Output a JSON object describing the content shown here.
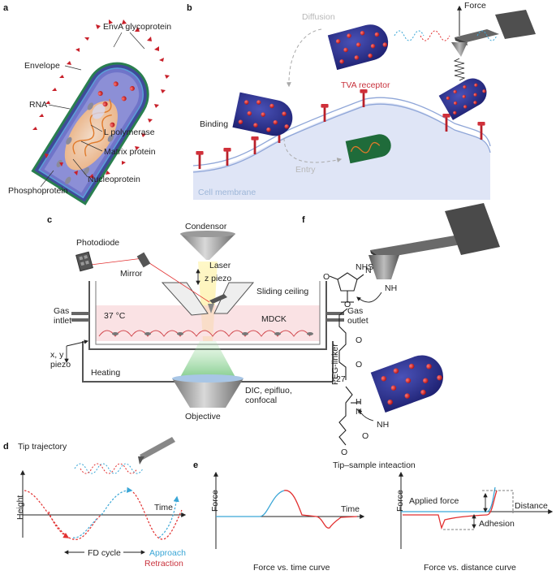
{
  "panels": {
    "a": {
      "letter": "a",
      "labels": {
        "envA": "EnvA glycoprotein",
        "envelope": "Envelope",
        "rna": "RNA",
        "lpol": "L polymerase",
        "matrix": "Matrix protein",
        "nucleo": "Nucleoprotein",
        "phospho": "Phosphoprotein"
      }
    },
    "b": {
      "letter": "b",
      "labels": {
        "diffusion": "Diffusion",
        "force": "Force",
        "tva": "TVA receptor",
        "binding": "Binding",
        "entry": "Entry",
        "membrane": "Cell membrane"
      }
    },
    "c": {
      "letter": "c",
      "labels": {
        "condensor": "Condensor",
        "photodiode": "Photodiode",
        "laser": "Laser",
        "mirror": "Mirror",
        "zpiezo": "z piezo",
        "ceiling": "Sliding ceiling",
        "gas_in_1": "Gas",
        "gas_in_2": "intlet",
        "gas_out_1": "Gas",
        "gas_out_2": "outlet",
        "temp": "37 °C",
        "mdck": "MDCK",
        "xy_1": "x, y",
        "xy_2": "piezo",
        "heating": "Heating",
        "dic_1": "DIC, epifluo,",
        "dic_2": "confocal",
        "objective": "Objective"
      }
    },
    "f": {
      "letter": "f",
      "labels": {
        "nhs": "NHS",
        "nh2_top": "NH",
        "peg": "PEG-linker",
        "sub27": "27",
        "nh2_bottom": "NH",
        "h": "H",
        "n": "N",
        "o": "O"
      }
    },
    "d": {
      "letter": "d",
      "labels": {
        "tip": "Tip trajectory",
        "height": "Height",
        "time": "Time",
        "fd": "FD cycle",
        "approach": "Approach",
        "retraction": "Retraction"
      }
    },
    "e": {
      "letter": "e",
      "labels": {
        "title": "Tip–sample inteaction",
        "force_left": "Force",
        "time": "Time",
        "caption_left": "Force vs. time curve",
        "force_right": "Force",
        "distance": "Distance",
        "applied": "Applied force",
        "adhesion": "Adhesion",
        "caption_right": "Force vs. distance curve"
      }
    }
  },
  "colors": {
    "virus_body": "#2b2f8c",
    "virus_dot": "#d02020",
    "approach": "#3aa6d6",
    "retraction": "#e23030",
    "membrane_fill": "#dfe5f6",
    "receptor": "#b8202a",
    "cantilever": "#555555"
  }
}
